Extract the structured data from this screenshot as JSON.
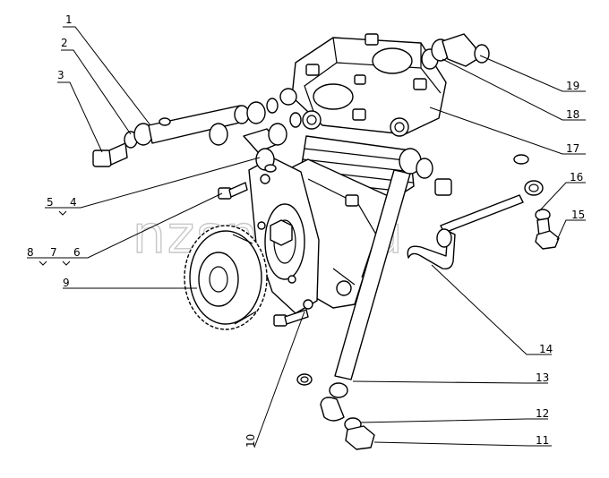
{
  "watermark": "nzsnab.ru",
  "callouts": [
    "1",
    "2",
    "3",
    "4",
    "5",
    "6",
    "7",
    "8",
    "9",
    "10",
    "11",
    "12",
    "13",
    "14",
    "15",
    "16",
    "17",
    "18",
    "19"
  ]
}
